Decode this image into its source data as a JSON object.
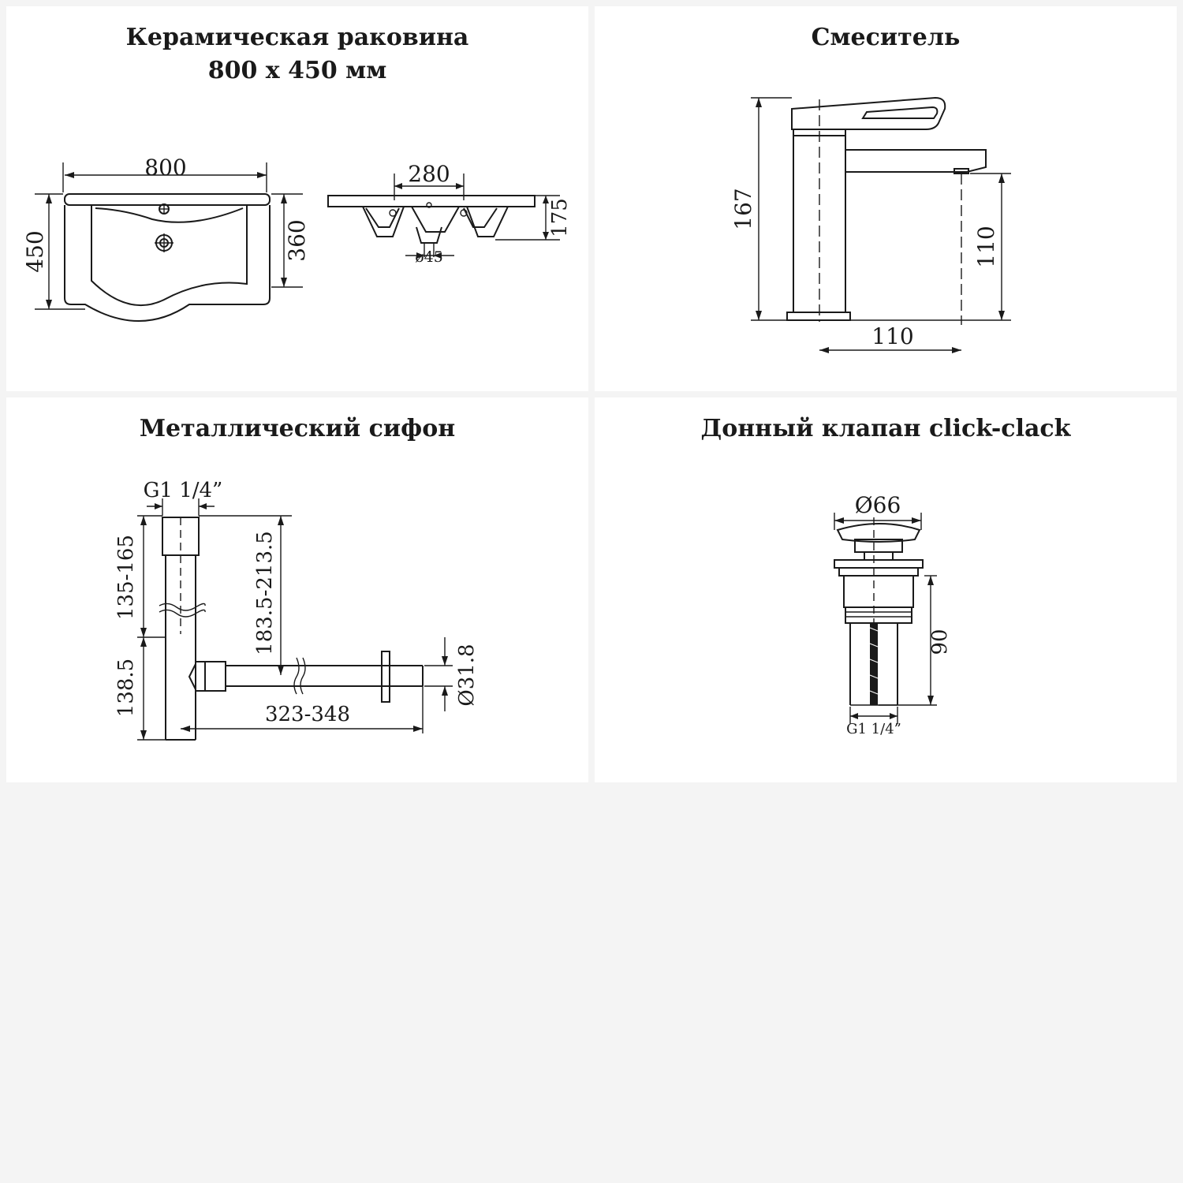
{
  "sink": {
    "title_line1": "Керамическая раковина",
    "title_line2": "800 x 450 мм",
    "dim_width": "800",
    "dim_depth": "450",
    "dim_inner_depth": "360",
    "dim_bowl_width": "280",
    "dim_height": "175",
    "dim_drain": "ø45"
  },
  "faucet": {
    "title": "Смеситель",
    "dim_height": "167",
    "dim_spout_height": "110",
    "dim_spout_reach": "110"
  },
  "siphon": {
    "title": "Металлический сифон",
    "dim_thread": "G1 1/4”",
    "dim_top_range": "135-165",
    "dim_bottom": "138.5",
    "dim_outlet_height": "183.5-213.5",
    "dim_length": "323-348",
    "dim_pipe_diameter": "Ø31.8"
  },
  "valve": {
    "title": "Донный клапан click-clack",
    "dim_cap_diameter": "Ø66",
    "dim_height": "90",
    "dim_thread": "G1 1/4”"
  }
}
